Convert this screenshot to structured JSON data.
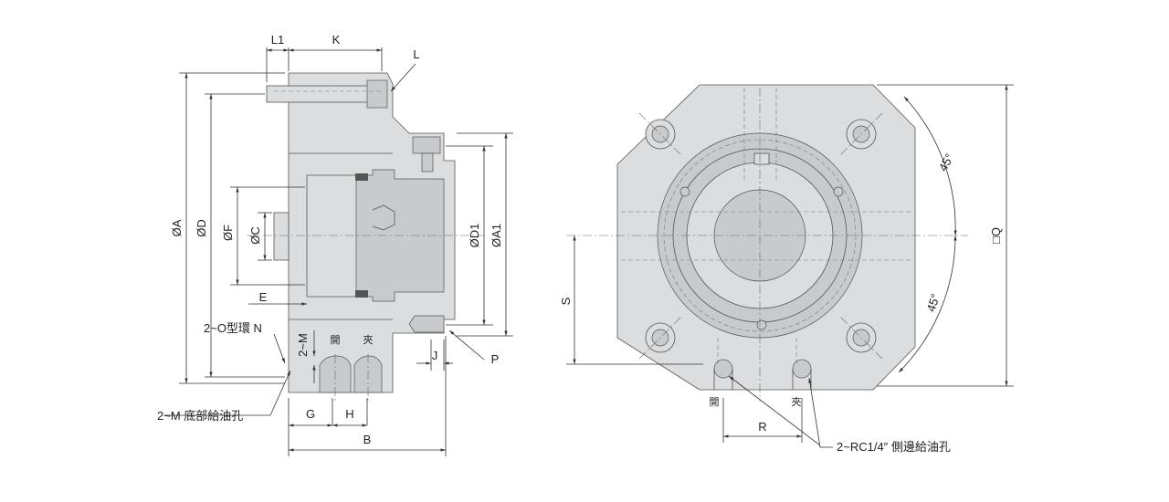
{
  "side_view": {
    "dims": {
      "L1": "L1",
      "K": "K",
      "L": "L",
      "A": "ØA",
      "D": "ØD",
      "F": "ØF",
      "C": "ØC",
      "D1": "ØD1",
      "A1": "ØA1",
      "E": "E",
      "M": "2~M",
      "J": "J",
      "P": "P",
      "G": "G",
      "H": "H",
      "B": "B"
    },
    "oring_label": "2~O型環 N",
    "bottom_oil_label": "2~M 底部給油孔",
    "port_open": "開",
    "port_close": "夾"
  },
  "front_view": {
    "dims": {
      "S": "S",
      "Q": "□Q",
      "R": "R",
      "angle_top": "45°",
      "angle_bottom": "45°"
    },
    "side_oil_label": "2~RC1/4″ 側邊給油孔",
    "port_open": "開",
    "port_close": "夾"
  }
}
